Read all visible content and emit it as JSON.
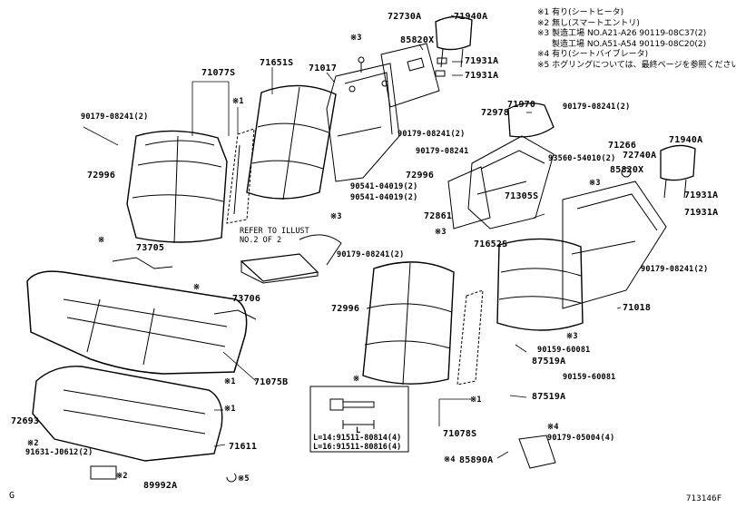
{
  "figure_code": "713146F",
  "corner_mark": "G",
  "notes": [
    "※1 有り(シートヒータ)",
    "※2 無し(スマートエントリ)",
    "※3 製造工場 NO.A21-A26 90119-08C37(2)",
    "製造工場 NO.A51-A54 90119-08C20(2)",
    "※4 有り(シートバイブレータ)",
    "※5 ホグリングについては、最終ページを参照ください"
  ],
  "refer_text": [
    "REFER TO ILLUST",
    "NO.2 OF 2"
  ],
  "bolt_box": {
    "marker": "※",
    "dim_label": "L",
    "lines": [
      "L=14:91511-80814(4)",
      "L=16:91511-80816(4)"
    ]
  },
  "labels": {
    "p71940A_top": "71940A",
    "p72730A": "72730A",
    "p85820X_top": "85820X",
    "p71931A_a": "71931A",
    "p71931A_b": "71931A",
    "m3_a": "※3",
    "p71077S": "71077S",
    "p71651S": "71651S",
    "p71017": "71017",
    "m1_a": "※1",
    "p90179_08241_a": "90179-08241(2)",
    "p72996_a": "72996",
    "p72978": "72978",
    "p71970": "71970",
    "p90179_08241_b": "90179-08241(2)",
    "p90179_08241_c": "90179-08241(2)",
    "p90179_08241_d": "90179-08241",
    "p72996_b": "72996",
    "p90541_a": "90541-04019(2)",
    "p90541_b": "90541-04019(2)",
    "p93560": "93560-54010(2)",
    "p71266": "71266",
    "p72740A": "72740A",
    "p71940A_b": "71940A",
    "p85820X_b": "85820X",
    "m3_b": "※3",
    "m3_c": "※3",
    "p71931A_c": "71931A",
    "p71931A_d": "71931A",
    "p71305S": "71305S",
    "p72861": "72861",
    "m3_d": "※3",
    "p71652S": "71652S",
    "m_a": "※",
    "p73705": "73705",
    "p90179_08241_e": "90179-08241(2)",
    "p90179_08241_f": "90179-08241(2)",
    "m_b": "※",
    "p73706": "73706",
    "p72996_c": "72996",
    "p71018": "71018",
    "m3_e": "※3",
    "p90159_a": "90159-60081",
    "p87519A_a": "87519A",
    "p90159_b": "90159-60081",
    "p87519A_b": "87519A",
    "m1_b": "※1",
    "p71075B": "71075B",
    "m1_c": "※1",
    "m1_d": "※1",
    "p72693": "72693",
    "m2_a": "※2",
    "p91631": "91631-J0612(2)",
    "p71611": "71611",
    "m2_b": "※2",
    "p89992A": "89992A",
    "m5": "※5",
    "p71078S": "71078S",
    "m4_a": "※4",
    "p90179_05004": "90179-05004(4)",
    "m4_b": "※4",
    "p85890A": "85890A"
  }
}
